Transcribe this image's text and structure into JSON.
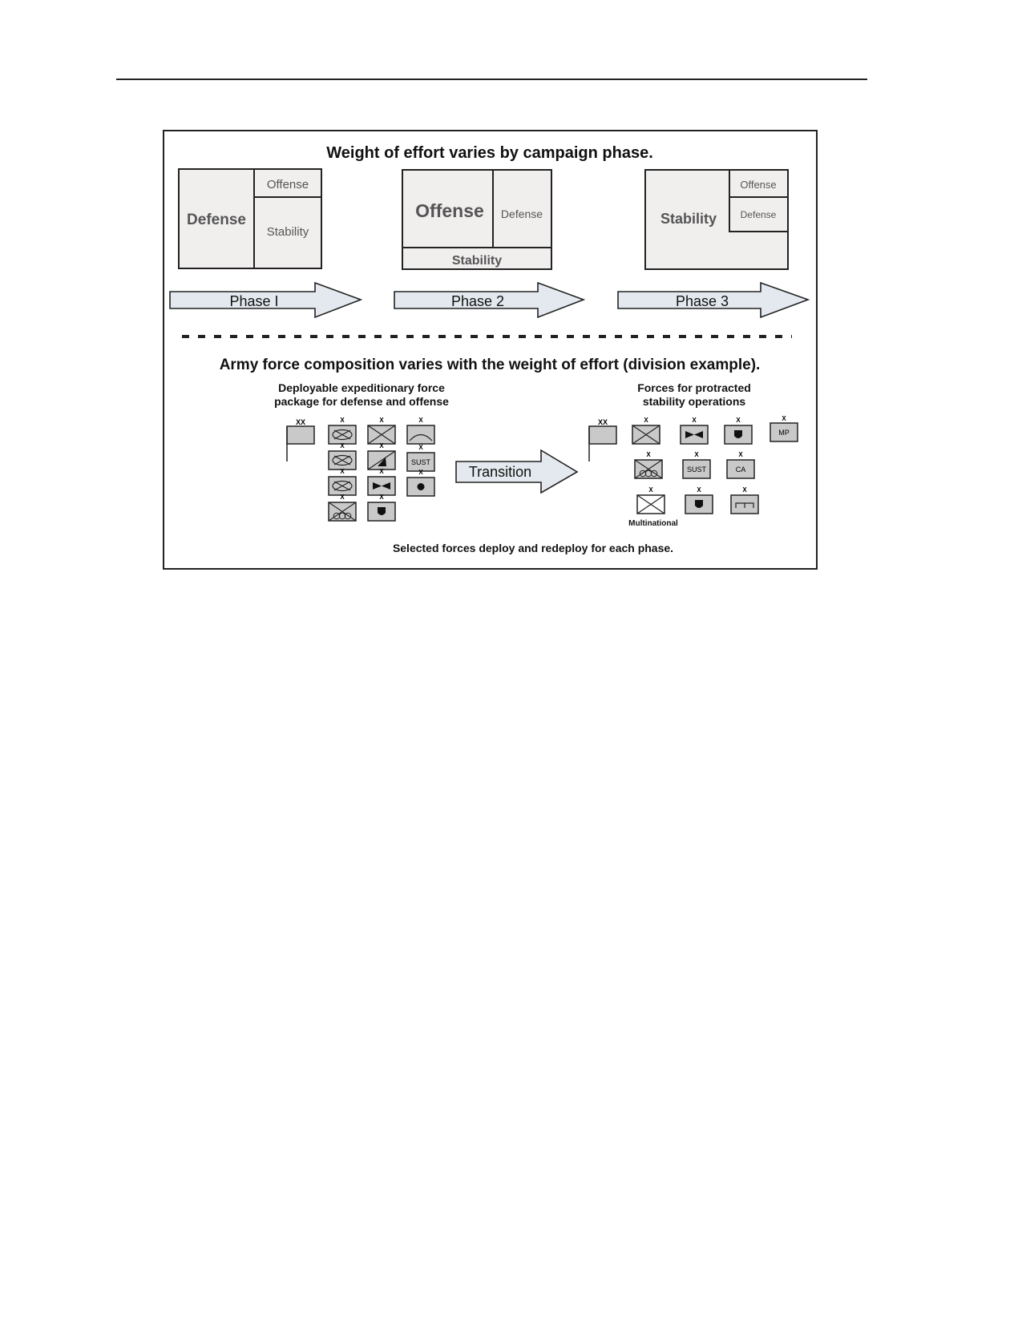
{
  "title": "Weight of effort varies by campaign phase.",
  "phases": [
    {
      "arrow_label": "Phase I",
      "labels": {
        "major": "Defense",
        "top": "Offense",
        "bottom": "Stability"
      }
    },
    {
      "arrow_label": "Phase 2",
      "labels": {
        "major": "Offense",
        "side": "Defense",
        "bottom": "Stability"
      }
    },
    {
      "arrow_label": "Phase 3",
      "labels": {
        "major": "Stability",
        "top": "Offense",
        "middle": "Defense"
      }
    }
  ],
  "subtitle": "Army force composition varies with the weight of effort (division example).",
  "left_group": {
    "line1": "Deployable expeditionary force",
    "line2": "package for defense and offense"
  },
  "right_group": {
    "line1": "Forces for protracted",
    "line2": "stability operations"
  },
  "transition_label": "Transition",
  "echelon": {
    "division": "XX",
    "brigade": "X"
  },
  "unit_text": {
    "sust": "SUST",
    "ca": "CA",
    "mp": "MP"
  },
  "multinational_label": "Multinational",
  "footer": "Selected forces deploy and redeploy for each phase.",
  "colors": {
    "panel_fill": "#f1eeee",
    "unit_fill": "#c9c9c9",
    "arrow_fill": "#e3e9ee",
    "text_gray": "#555555"
  }
}
